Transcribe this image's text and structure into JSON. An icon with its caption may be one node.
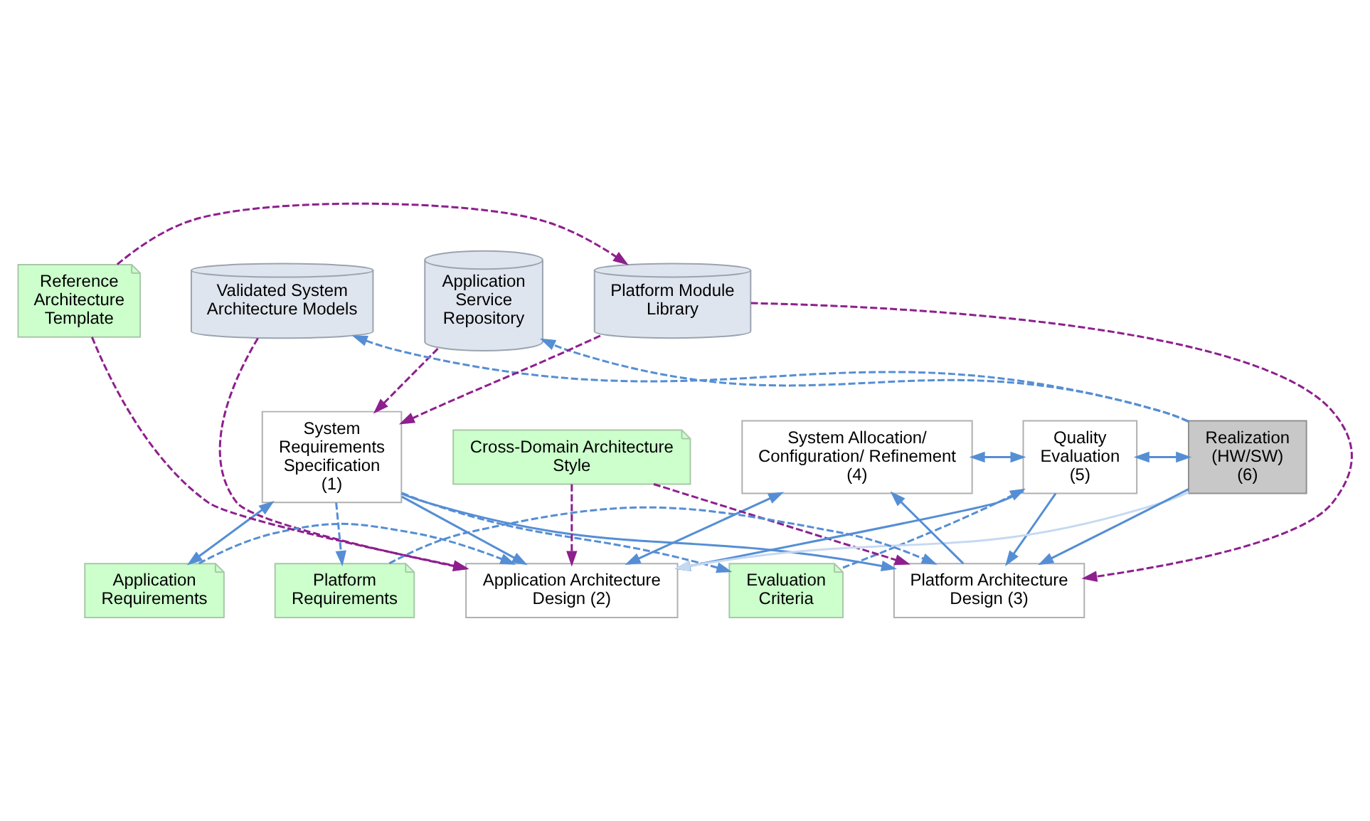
{
  "diagram": {
    "nodes": [
      {
        "text": [
          "Application Service Repository"
        ]
      },
      {
        "text": [
          "Validated System Architecture Models"
        ]
      },
      {
        "text": [
          "Application Requirements"
        ]
      },
      {
        "text": [
          "Application Architecture Design (2)"
        ]
      },
      {
        "text": [
          "Evaluation Criteria"
        ]
      },
      {
        "text": [
          "System Requirements Specification (1)"
        ]
      },
      {
        "text": [
          "Cross-Domain Architecture Style"
        ]
      },
      {
        "text": [
          "System Allocation/ Configuration/ Refinement (4)"
        ]
      },
      {
        "text": [
          "Quality Evaluation (5)"
        ]
      },
      {
        "text": [
          "Realization (HW/SW) (6)"
        ]
      },
      {
        "text": [
          "Platform Requirements"
        ]
      },
      {
        "text": [
          "Platform Architecture Design (3)"
        ]
      },
      {
        "text": [
          "Platform Module Library"
        ]
      },
      {
        "text": [
          "Reference Architecture Template"
        ]
      }
    ],
    "edges": [
      {
        "from": 5,
        "to": 2,
        "arrow": "both"
      },
      {
        "from": 2,
        "to": 3,
        "arrow": "to",
        "style": "dashed"
      },
      {
        "from": 5,
        "to": 3,
        "arrow": "to"
      },
      {
        "from": 5,
        "to": 11,
        "arrow": "to"
      },
      {
        "from": 5,
        "to": 10,
        "arrow": "to",
        "style": "dashed"
      },
      {
        "from": 10,
        "to": 11,
        "arrow": "to",
        "style": "dashed"
      },
      {
        "from": 5,
        "to": 4,
        "arrow": "to",
        "style": "dashed"
      },
      {
        "from": 4,
        "to": 8,
        "arrow": "to",
        "style": "dashed"
      },
      {
        "from": 3,
        "to": 7,
        "arrow": "both"
      },
      {
        "from": 11,
        "to": 7,
        "arrow": "to"
      },
      {
        "from": 7,
        "to": 8,
        "arrow": "both"
      },
      {
        "from": 8,
        "to": 9,
        "arrow": "both"
      },
      {
        "from": 8,
        "to": 3,
        "arrow": "to"
      },
      {
        "from": 8,
        "to": 11,
        "arrow": "to"
      },
      {
        "from": 9,
        "to": 11,
        "arrow": "to"
      },
      {
        "from": 9,
        "to": 3,
        "arrow": "to",
        "color": "#c6d9f1"
      },
      {
        "from": 9,
        "to": 0,
        "arrow": "to",
        "style": "dashed"
      },
      {
        "from": 9,
        "to": 1,
        "arrow": "to",
        "style": "dashed"
      },
      {
        "from": 1,
        "to": 3,
        "arrow": "to",
        "style": "dashed",
        "color": "#8e1f8e"
      },
      {
        "from": 0,
        "to": 5,
        "arrow": "to",
        "style": "dashed",
        "color": "#8e1f8e"
      },
      {
        "from": 6,
        "to": 3,
        "arrow": "to",
        "style": "dashed",
        "color": "#8e1f8e"
      },
      {
        "from": 6,
        "to": 11,
        "arrow": "to",
        "style": "dashed",
        "color": "#8e1f8e"
      },
      {
        "from": 12,
        "to": 11,
        "arrow": "to",
        "style": "dashed",
        "color": "#8e1f8e"
      },
      {
        "from": 12,
        "to": 5,
        "arrow": "to",
        "style": "dashed",
        "color": "#8e1f8e"
      },
      {
        "from": 13,
        "to": 12,
        "arrow": "to",
        "style": "dashed",
        "color": "#8e1f8e"
      },
      {
        "from": 13,
        "to": 3,
        "arrow": "to",
        "style": "dashed",
        "color": "#8e1f8e"
      }
    ]
  }
}
